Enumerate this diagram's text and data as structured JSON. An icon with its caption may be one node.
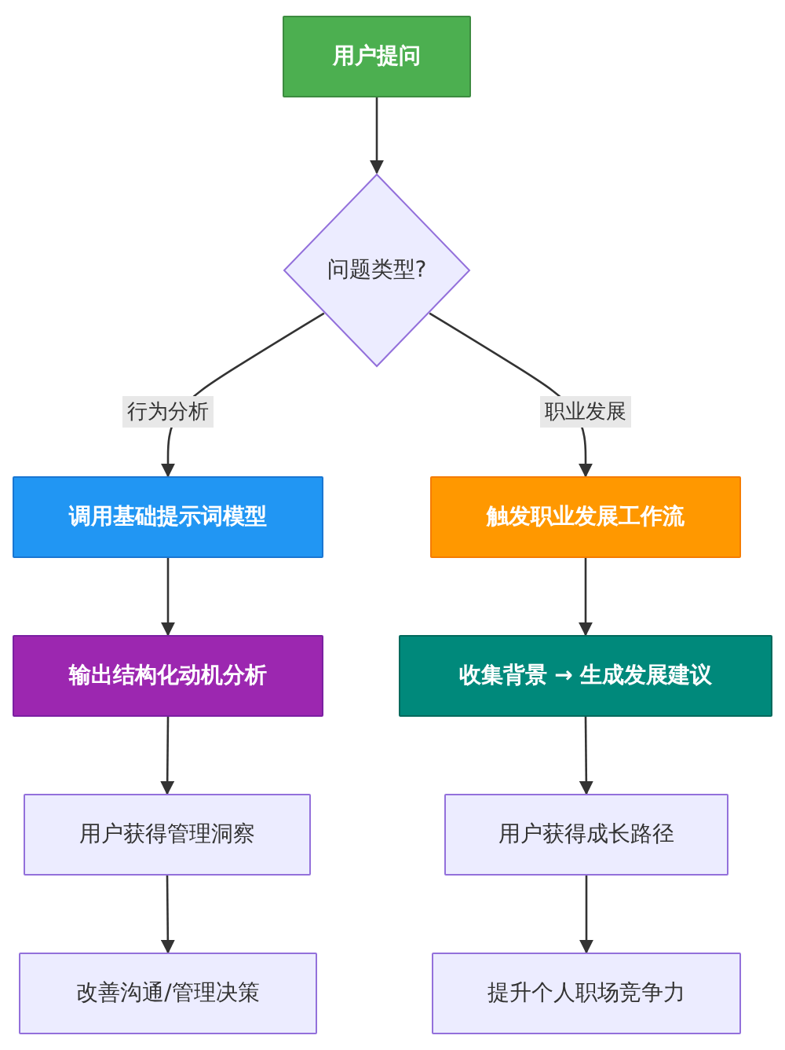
{
  "diagram": {
    "nodes": [
      {
        "text": [
          "用户提问"
        ]
      },
      {
        "text": [
          "问题类型?"
        ]
      },
      {
        "text": [
          "调用基础提示词模型"
        ]
      },
      {
        "text": [
          "触发职业发展工作流"
        ]
      },
      {
        "text": [
          "输出结构化动机分析"
        ]
      },
      {
        "text": [
          "收集背景 → 生成发展建议"
        ]
      },
      {
        "text": [
          "用户获得管理洞察"
        ]
      },
      {
        "text": [
          "用户获得成长路径"
        ]
      },
      {
        "text": [
          "改善沟通/管理决策"
        ]
      },
      {
        "text": [
          "提升个人职场竞争力"
        ]
      }
    ],
    "edges": [
      {
        "from": 0,
        "to": 1,
        "arrow": "to"
      },
      {
        "from": 1,
        "to": 2,
        "arrow": "to",
        "label": "行为分析"
      },
      {
        "from": 1,
        "to": 3,
        "arrow": "to",
        "label": "职业发展"
      },
      {
        "from": 2,
        "to": 4,
        "arrow": "to"
      },
      {
        "from": 3,
        "to": 5,
        "arrow": "to"
      },
      {
        "from": 4,
        "to": 6,
        "arrow": "to"
      },
      {
        "from": 5,
        "to": 7,
        "arrow": "to"
      },
      {
        "from": 6,
        "to": 8,
        "arrow": "to"
      },
      {
        "from": 7,
        "to": 9,
        "arrow": "to"
      }
    ]
  }
}
